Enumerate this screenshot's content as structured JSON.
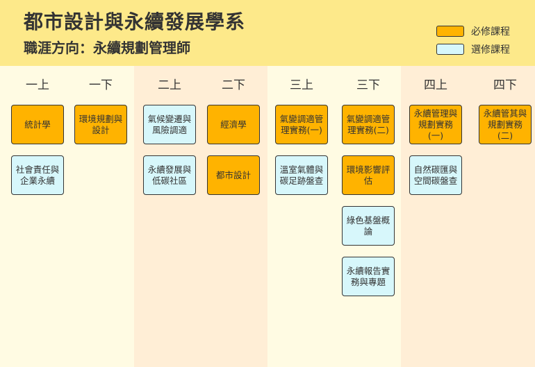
{
  "header": {
    "title": "都市設計與永續發展學系",
    "subtitle": "職涯方向：永續規劃管理師"
  },
  "legend": [
    {
      "label": "必修課程",
      "type": "required"
    },
    {
      "label": "選修課程",
      "type": "elective"
    }
  ],
  "colors": {
    "header_bg": "#fde98a",
    "band_light": "#fffbe3",
    "band_dark": "#ffeed6",
    "required": "#ffb300",
    "elective": "#d7f7fb",
    "border": "#333333"
  },
  "semesters": [
    {
      "label": "一上",
      "courses": [
        {
          "name": "統計學",
          "type": "required"
        },
        {
          "name": "社會責任與企業永續",
          "type": "elective"
        }
      ]
    },
    {
      "label": "一下",
      "courses": [
        {
          "name": "環境規劃與設計",
          "type": "required"
        }
      ]
    },
    {
      "label": "二上",
      "courses": [
        {
          "name": "氣候變遷與風險調適",
          "type": "elective"
        },
        {
          "name": "永續發展與低碳社區",
          "type": "elective"
        }
      ]
    },
    {
      "label": "二下",
      "courses": [
        {
          "name": "經濟學",
          "type": "required"
        },
        {
          "name": "都市設計",
          "type": "required"
        }
      ]
    },
    {
      "label": "三上",
      "courses": [
        {
          "name": "氣變調適管理實務(一)",
          "type": "required"
        },
        {
          "name": "溫室氣體與碳足跡盤查",
          "type": "elective"
        }
      ]
    },
    {
      "label": "三下",
      "courses": [
        {
          "name": "氣變調適管理實務(二)",
          "type": "required"
        },
        {
          "name": "環境影響評估",
          "type": "required"
        },
        {
          "name": "綠色基盤概論",
          "type": "elective"
        },
        {
          "name": "永續報告實務與專題",
          "type": "elective"
        }
      ]
    },
    {
      "label": "四上",
      "courses": [
        {
          "name": "永續管理與規劃實務(一)",
          "type": "required"
        },
        {
          "name": "自然碳匯與空間碳盤查",
          "type": "elective"
        }
      ]
    },
    {
      "label": "四下",
      "courses": [
        {
          "name": "永續管其與規劃實務(二)",
          "type": "required"
        }
      ]
    }
  ]
}
